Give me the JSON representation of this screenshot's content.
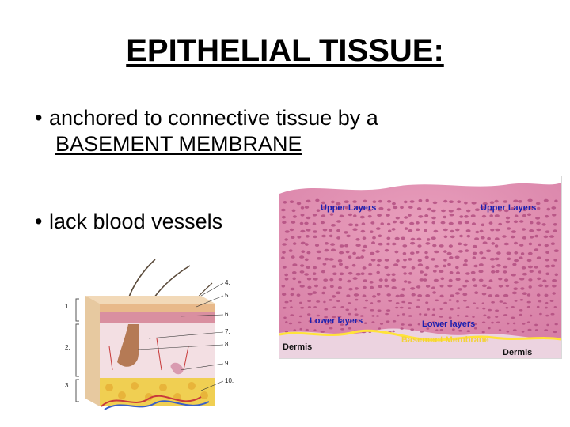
{
  "slide": {
    "title": "EPITHELIAL TISSUE:",
    "bullets": [
      {
        "line1": "anchored to connective tissue by a",
        "line2": "BASEMENT MEMBRANE"
      },
      {
        "line1": "lack blood vessels"
      }
    ]
  },
  "histology": {
    "labels": {
      "upper_left": "Upper Layers",
      "upper_right": "Upper Layers",
      "lower_left": "Lower layers",
      "lower_right": "Lower layers",
      "basement": "Basement Membrane",
      "dermis_left": "Dermis",
      "dermis_right": "Dermis"
    }
  },
  "skin_diagram": {
    "side_labels": [
      "1.",
      "2.",
      "3."
    ],
    "right_labels": [
      "4.",
      "5.",
      "6.",
      "7.",
      "8.",
      "9.",
      "10."
    ]
  }
}
